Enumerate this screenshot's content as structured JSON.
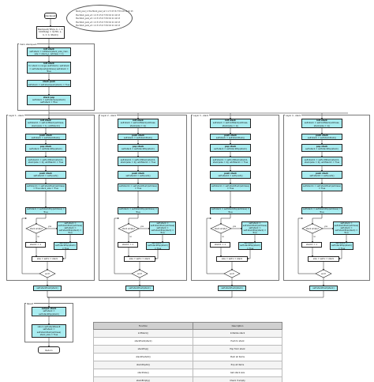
{
  "top": {
    "start": "stackpush",
    "cloud_lines": [
      "Stock_pool_1: the Stock_pool_v2: 1 2 3 4 5 6 7 8 9 10 11 12 13",
      "the Stock_pool_v2: 1 2 3 4 5 6 7 8 9 10 11 12 13",
      "the Stock_pool_v2: 1 2 3 4 5 6 7 8 9 10 11 12 13",
      "the Stock_pool_v2: 1 2 3 4 5 6 7 8 9 10 11 12 13",
      "the Stock_pool_v2: 1 2 3 4 5 6 7 8 9 10 11 12 13"
    ],
    "init_box": [
      "Stackpush(TPx(a, b, c, d, CCCM(dg) = m(TPx: a , b, C: b, Stack))"
    ],
    "main_label": "main: stackpush",
    "main_boxes": [
      {
        "title": "init stack",
        "text": "self.stack = initStack(stack_size_max, size = stack_p, address = 1)"
      },
      {
        "title": "init stack",
        "text": "for stack in range (self.stack): self.stack = self.stackpush(address) self.stack = True"
      },
      {
        "title": "stack push",
        "text": "self.stack = self.stackpush(stack) = True"
      },
      {
        "title": "stack pop",
        "text": "self.stack = self.stackpop(stack) self.stack = True"
      }
    ]
  },
  "lanes": [
    {
      "label": "Layer 1 - stack",
      "boxes": [
        {
          "title": "init stack",
          "text": "self.stack1 = self.initStack(address, stack(size = 1), addStack1)"
        },
        {
          "title": "push stack",
          "text": "self.stack = self.stackPush()"
        },
        {
          "title": "pop stack",
          "text": "self.stack = self.stackPop(stack)"
        },
        {
          "title": "",
          "text": "self.stack1 = self.initStack(stack1, stack(size = 2)) addStack1 = True"
        },
        {
          "title": "push stack",
          "text": "self.stack2 = self.push()"
        },
        {
          "title": "",
          "text": "self.stack1 = self.stackPush(address) = True stack_size = True"
        },
        {
          "title": "",
          "text": "self.stack = self.stackPop(address) = True"
        }
      ],
      "side_box": "self.stack = self.stackPush(address) self.stack = self.stackPop(stack) = True",
      "side_box2": "self.stack = self.stackPop(stack) = True",
      "diamond": "stack empty?",
      "left_box": "stack1 = 1",
      "merge": "size = self.x = stack",
      "end_diamond": "end?",
      "bottom_box": "self.stackPush(stack)"
    },
    {
      "label": "Layer 2 - stack",
      "boxes": [
        {
          "title": "init stack",
          "text": "self.stack = self.initStack(address, stack(size = 1))"
        },
        {
          "title": "push stack",
          "text": "self.stack = self.stackPush()"
        },
        {
          "title": "pop stack",
          "text": "self.stack = self.stackPop(stack)"
        },
        {
          "title": "",
          "text": "self.stack1 = self.initStack(stack1, stack(size = 2)) addStack1 = True"
        },
        {
          "title": "push stack",
          "text": "self.stack2 = self.push()"
        },
        {
          "title": "",
          "text": "self.stack1 = self.stackPush(address) = True"
        },
        {
          "title": "",
          "text": "self.stack = self.stackPop(address) = True"
        }
      ],
      "side_box": "self.stack = self.stackPush(address) self.stack = self.stackPop(stack) = True",
      "side_box2": "self.stack = self.stackPop(stack) = True",
      "diamond": "stack empty?",
      "left_box": "stack1 = 1",
      "merge": "size = self.x = stack",
      "end_diamond": "end?",
      "bottom_box": "self.stackPush(stack)"
    },
    {
      "label": "Layer 3 - stack",
      "boxes": [
        {
          "title": "init stack",
          "text": "self.stack = self.initStack(address, stack(size = 1))"
        },
        {
          "title": "push stack",
          "text": "self.stack = self.stackPush()"
        },
        {
          "title": "pop stack",
          "text": "self.stack = self.stackPop(stack)"
        },
        {
          "title": "",
          "text": "self.stack1 = self.initStack(stack1, stack(size = 2)) addStack1 = True"
        },
        {
          "title": "push stack",
          "text": "self.stack2 = self.push()"
        },
        {
          "title": "",
          "text": "self.stack1 = self.stackPush(address) = True"
        },
        {
          "title": "",
          "text": "self.stack = self.stackPop(address) = True"
        }
      ],
      "side_box": "self.stack = self.stackPush(address) self.stack = self.stackPop(stack) = True",
      "side_box2": "self.stack = self.stackPop(stack) = True",
      "diamond": "stack empty?",
      "left_box": "stack1 = 1",
      "merge": "size = self.x = stack",
      "end_diamond": "end?",
      "bottom_box": "self.stackPush(stack)"
    },
    {
      "label": "Layer 4 - stack",
      "boxes": [
        {
          "title": "init stack",
          "text": "self.stack = self.initStack(address, stack(size = 1))"
        },
        {
          "title": "push stack",
          "text": "self.stack = self.stackPush()"
        },
        {
          "title": "pop stack",
          "text": "self.stack = self.stackPop(stack)"
        },
        {
          "title": "",
          "text": "self.stack1 = self.initStack(stack1, stack(size = 2)) addStack1 = True"
        },
        {
          "title": "push stack",
          "text": "self.stack2 = self.push()"
        },
        {
          "title": "",
          "text": "self.stack1 = self.stackPush(address) = True"
        },
        {
          "title": "",
          "text": "self.stack = self.stackPop(address) = True"
        }
      ],
      "side_box": "self.stack = self.stackPush(address) self.stack = self.stackPop(stack) = True",
      "side_box2": "self.stack = self.stackPop(stack) = True",
      "diamond": "stack empty?",
      "left_box": "stack1 = 1",
      "merge": "size = self.x = stack",
      "end_diamond": "end?",
      "bottom_box": "self.stackPush(stack)"
    }
  ],
  "edge_labels": {
    "yes": "yes",
    "no": "no"
  },
  "final": {
    "label": "Result",
    "box1_title": "output stack",
    "box1_text": "self.stack = self.stackPop(stack)",
    "box2_text": "return self.stackResult self.stack = self.stackPush(address) stack_size = True",
    "end": "Return"
  },
  "legend": {
    "headers": [
      "Function",
      "Description"
    ],
    "rows": [
      [
        "initStack()",
        "Initialize stack"
      ],
      [
        "stackPush(stack)",
        "Push to stack"
      ],
      [
        "stackPop()",
        "Pop from stack"
      ],
      [
        "stackPushAll()",
        "Push all items"
      ],
      [
        "stackPopAll()",
        "Pop all items"
      ],
      [
        "stackSize()",
        "Get stack size"
      ],
      [
        "stackEmpty()",
        "Check if empty"
      ]
    ]
  },
  "colors": {
    "box_fill": "#a8ecf0",
    "border": "#222222",
    "region": "#777777"
  }
}
